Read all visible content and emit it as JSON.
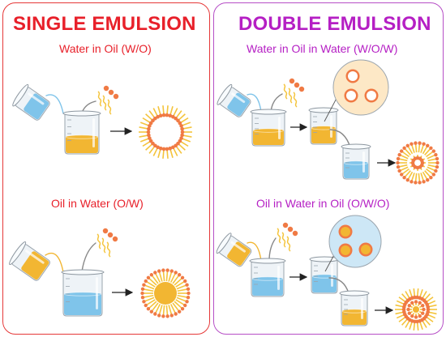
{
  "colors": {
    "single": "#e8202a",
    "double": "#b51fc4",
    "oil": "#f2b632",
    "water": "#7fc4ea",
    "border_single": "#e63838",
    "border_double": "#b64fc6",
    "surfactant_head": "#f07a44",
    "surfactant_tail": "#f4c43c"
  },
  "single": {
    "title": "SINGLE EMULSION",
    "wo_label": "Water in Oil (W/O)",
    "ow_label": "Oil in Water (O/W)"
  },
  "double": {
    "title": "DOUBLE EMULSION",
    "wow_label": "Water in Oil in Water (W/O/W)",
    "owo_label": "Oil in Water in Oil (O/W/O)"
  }
}
